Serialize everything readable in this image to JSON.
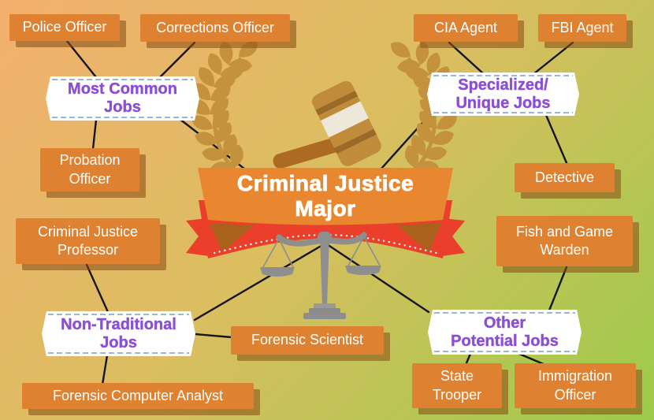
{
  "center": {
    "title_line1": "Criminal Justice",
    "title_line2": "Major",
    "icons": [
      "gavel-icon",
      "laurel-left-icon",
      "laurel-right-icon",
      "scales-icon",
      "ribbon-icon"
    ]
  },
  "branches": [
    {
      "id": "most-common",
      "label_line1": "Most Common",
      "label_line2": "Jobs",
      "jobs": [
        "Police Officer",
        "Corrections Officer",
        "Probation Officer"
      ]
    },
    {
      "id": "specialized",
      "label_line1": "Specialized/",
      "label_line2": "Unique Jobs",
      "jobs": [
        "CIA Agent",
        "FBI Agent",
        "Detective"
      ]
    },
    {
      "id": "non-traditional",
      "label_line1": "Non-Traditional",
      "label_line2": "Jobs",
      "jobs": [
        "Criminal Justice Professor",
        "Forensic Scientist",
        "Forensic Computer Analyst"
      ]
    },
    {
      "id": "other-potential",
      "label_line1": "Other",
      "label_line2": "Potential Jobs",
      "jobs": [
        "Fish and Game Warden",
        "State Trooper",
        "Immigration Officer"
      ]
    }
  ],
  "colors": {
    "background_start": "#F3B06E",
    "background_end": "#9CCB4B",
    "box_orange": "#DE8232",
    "banner_purple_text": "#8B4FD6",
    "ribbon_red": "#EA3F2B",
    "panel_orange": "#E8872F",
    "wheat_gold": "#C4913C",
    "connector_black": "#151515"
  }
}
